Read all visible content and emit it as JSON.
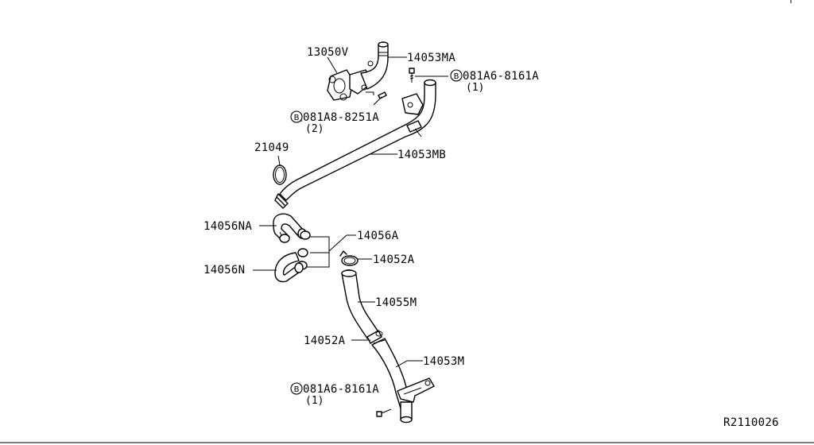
{
  "diagram": {
    "ref_code": "R2110026",
    "bolt_symbol": "B",
    "labels": {
      "p13050v": "13050V",
      "p14053ma": "14053MA",
      "bolt_top_right": "081A6-8161A",
      "bolt_top_right_qty": "(1)",
      "bolt_left": "081A8-8251A",
      "bolt_left_qty": "(2)",
      "p21049": "21049",
      "p14053mb": "14053MB",
      "p14056na": "14056NA",
      "p14056a": "14056A",
      "p14052a_top": "14052A",
      "p14056n": "14056N",
      "p14055m": "14055M",
      "p14052a_bottom": "14052A",
      "p14053m": "14053M",
      "bolt_bottom": "081A6-8161A",
      "bolt_bottom_qty": "(1)"
    }
  }
}
